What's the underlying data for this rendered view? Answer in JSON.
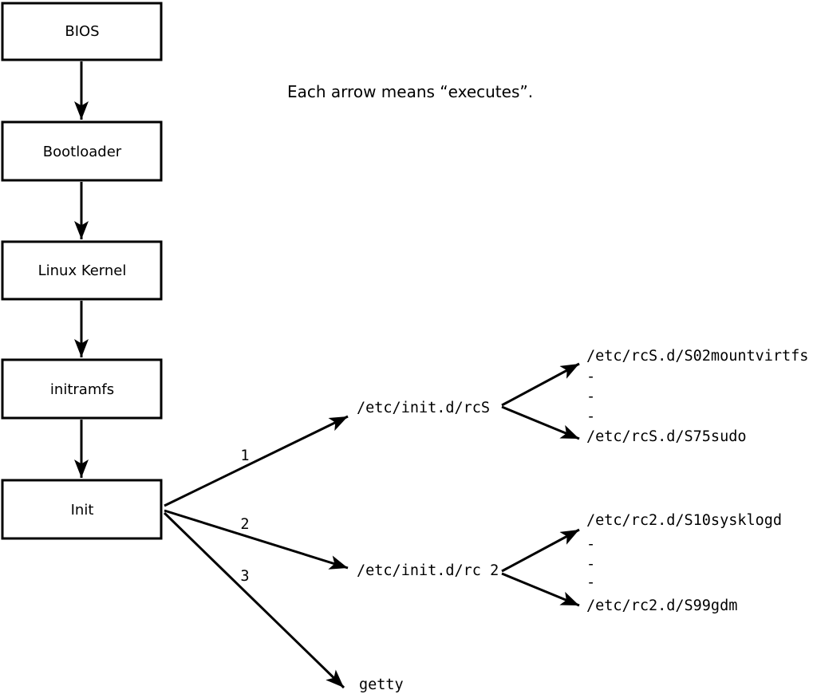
{
  "diagram": {
    "note": "Each arrow means “executes”.",
    "boxes": [
      {
        "label": "BIOS"
      },
      {
        "label": "Bootloader"
      },
      {
        "label": "Linux Kernel"
      },
      {
        "label": "initramfs"
      },
      {
        "label": "Init"
      }
    ],
    "branches": [
      {
        "order": "1",
        "target": "/etc/init.d/rcS"
      },
      {
        "order": "2",
        "target": "/etc/init.d/rc 2"
      },
      {
        "order": "3",
        "target": "getty"
      }
    ],
    "rcS_children": {
      "first": "/etc/rcS.d/S02mountvirtfs",
      "dash1": "-",
      "dash2": "-",
      "dash3": "-",
      "last": "/etc/rcS.d/S75sudo"
    },
    "rc2_children": {
      "first": "/etc/rc2.d/S10sysklogd",
      "dash1": "-",
      "dash2": "-",
      "dash3": "-",
      "last": "/etc/rc2.d/S99gdm"
    },
    "colors": {
      "line": "#000000",
      "background": "#ffffff"
    }
  }
}
